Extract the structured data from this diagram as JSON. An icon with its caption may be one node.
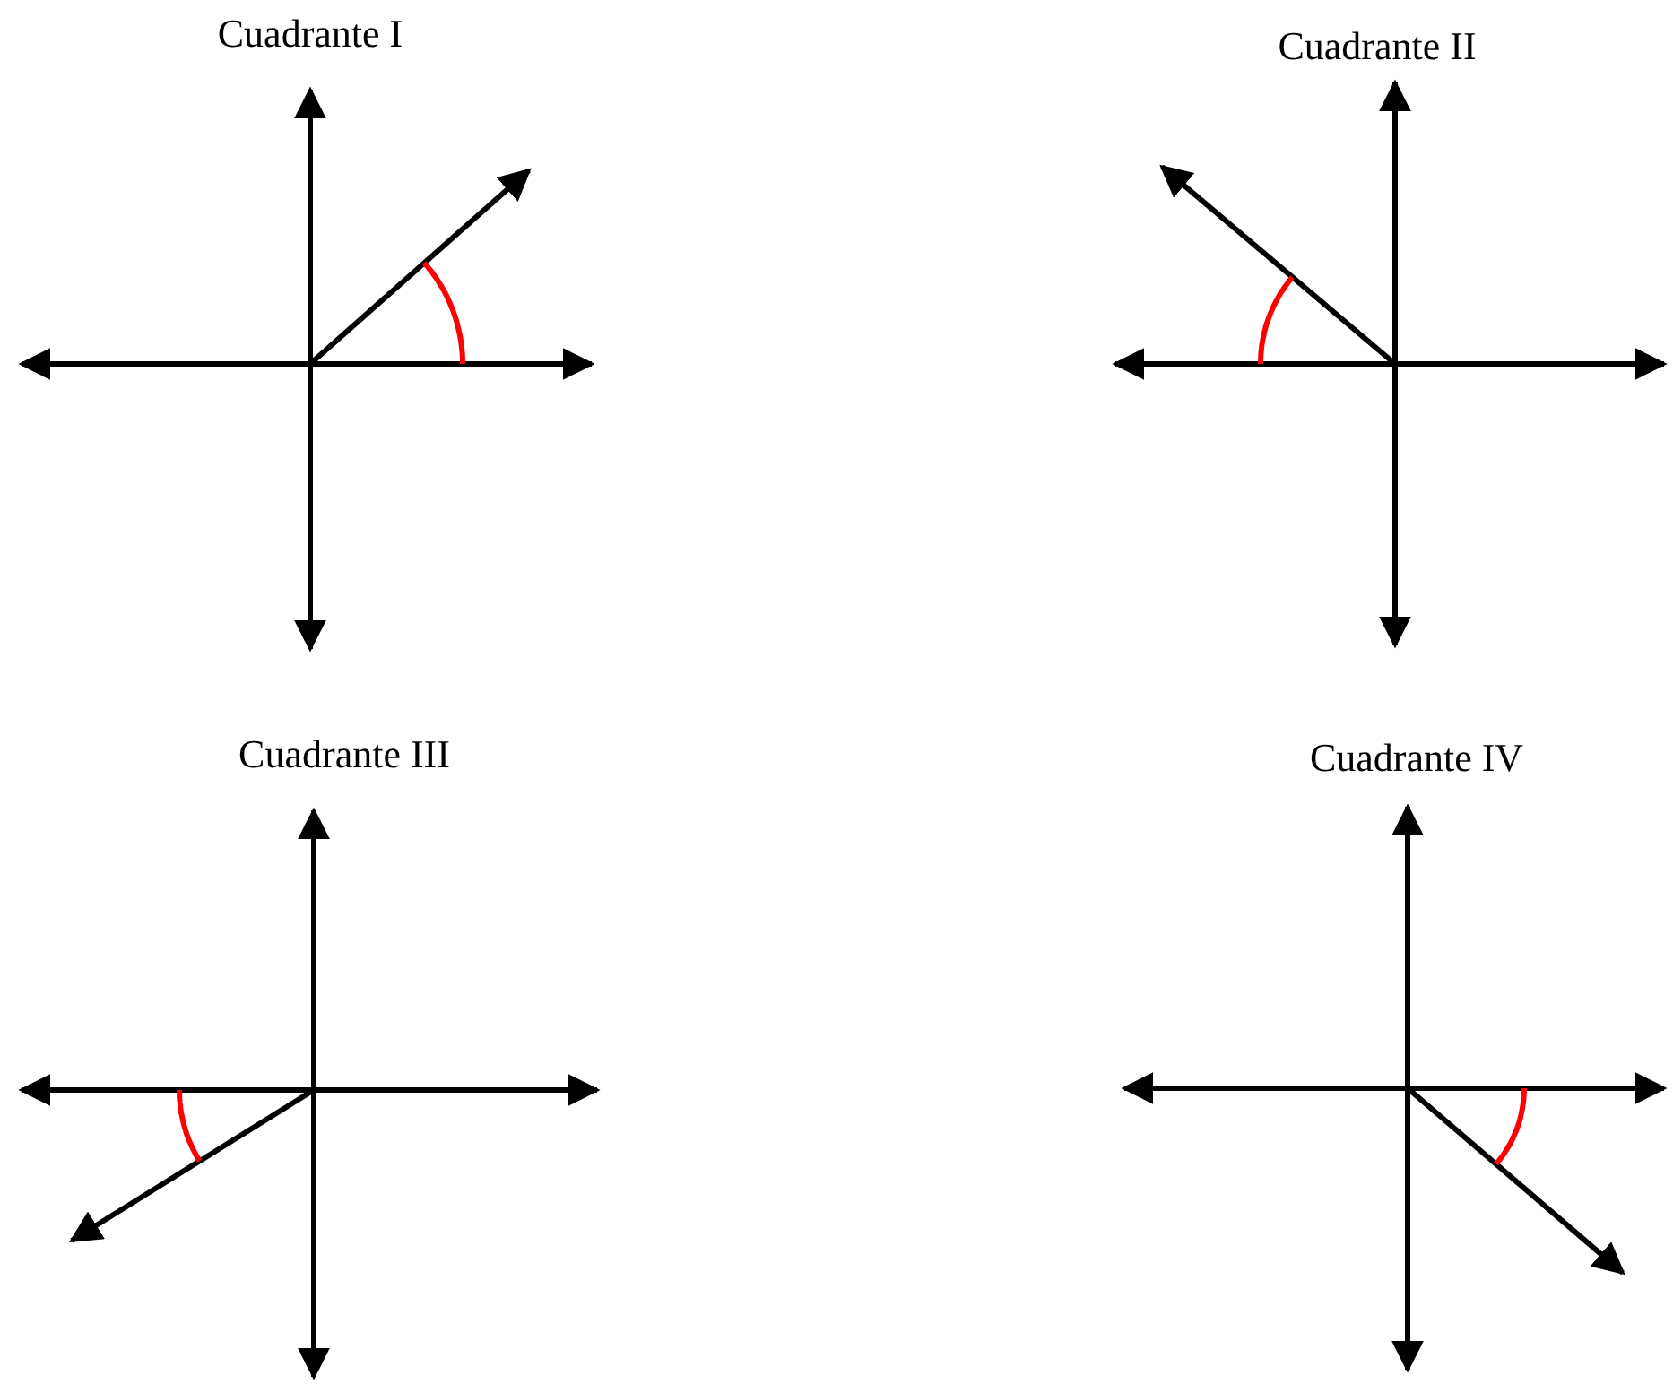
{
  "diagram": {
    "labels": [
      "Cuadrante I",
      "Cuadrante II",
      "Cuadrante III",
      "Cuadrante IV"
    ]
  }
}
